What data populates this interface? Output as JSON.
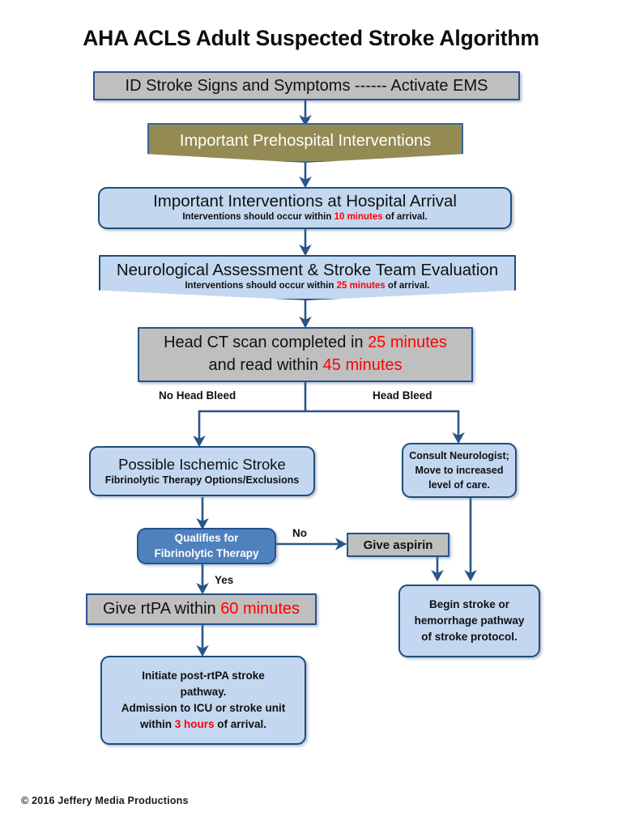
{
  "page": {
    "title": "AHA ACLS Adult Suspected Stroke Algorithm",
    "footer": "© 2016   Jeffery Media Productions"
  },
  "colors": {
    "grey_fill": "#bfbfbf",
    "light_blue_fill": "#c3d7f1",
    "solid_blue_fill": "#4f81bd",
    "olive_fill": "#948a54",
    "border_blue": "#24538d",
    "accent_red": "#ff0000"
  },
  "nodes": {
    "id_stroke": {
      "text": "ID Stroke Signs and Symptoms ------ Activate EMS"
    },
    "prehospital": {
      "text": "Important Prehospital Interventions"
    },
    "hospital_arrival": {
      "heading": "Important Interventions at Hospital Arrival",
      "sub_pre": "Interventions should occur  within ",
      "sub_accent": "10 minutes",
      "sub_post": " of arrival."
    },
    "neuro_assessment": {
      "heading": "Neurological Assessment & Stroke Team Evaluation",
      "sub_pre": "Interventions should occur within ",
      "sub_accent": "25 minutes",
      "sub_post": " of arrival."
    },
    "head_ct": {
      "line1_pre": "Head CT scan completed in ",
      "line1_accent": "25 minutes",
      "line2_pre": "and read within ",
      "line2_accent": "45 minutes"
    },
    "ischemic_stroke": {
      "heading": "Possible Ischemic Stroke",
      "sub": "Fibrinolytic Therapy Options/Exclusions"
    },
    "consult_neurologist": {
      "line1": "Consult Neurologist;",
      "line2": "Move to increased",
      "line3": "level of care."
    },
    "qualifies": {
      "line1": "Qualifies for",
      "line2": "Fibrinolytic Therapy"
    },
    "give_aspirin": {
      "text": "Give aspirin"
    },
    "give_rtpa": {
      "pre": "Give rtPA within ",
      "accent": "60 minutes"
    },
    "post_rtpa": {
      "line1": "Initiate post-rtPA stroke",
      "line2": "pathway.",
      "line3": "Admission to ICU or stroke unit",
      "line4_pre": "within ",
      "line4_accent": "3 hours",
      "line4_post": " of arrival."
    },
    "begin_pathway": {
      "line1": "Begin stroke or",
      "line2": "hemorrhage pathway",
      "line3": "of stroke protocol."
    }
  },
  "edge_labels": {
    "no_head_bleed": "No Head Bleed",
    "head_bleed": "Head Bleed",
    "no": "No",
    "yes": "Yes"
  }
}
